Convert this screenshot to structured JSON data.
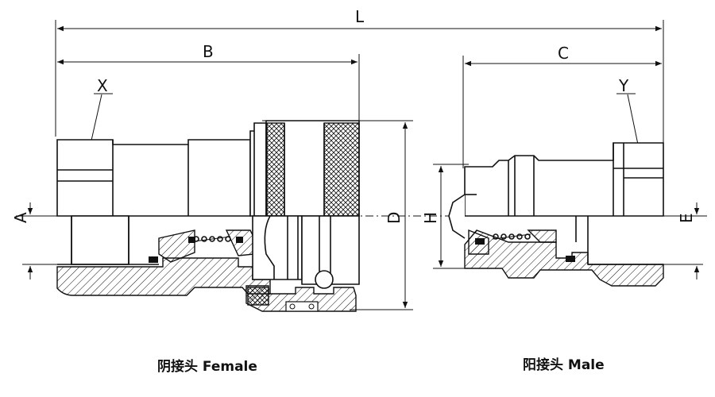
{
  "dimensions": {
    "L": "L",
    "B": "B",
    "C": "C",
    "D": "D",
    "A": "A",
    "H": "H",
    "E": "E",
    "X": "X",
    "Y": "Y"
  },
  "captions": {
    "female": "阴接头 Female",
    "male": "阳接头 Male"
  }
}
